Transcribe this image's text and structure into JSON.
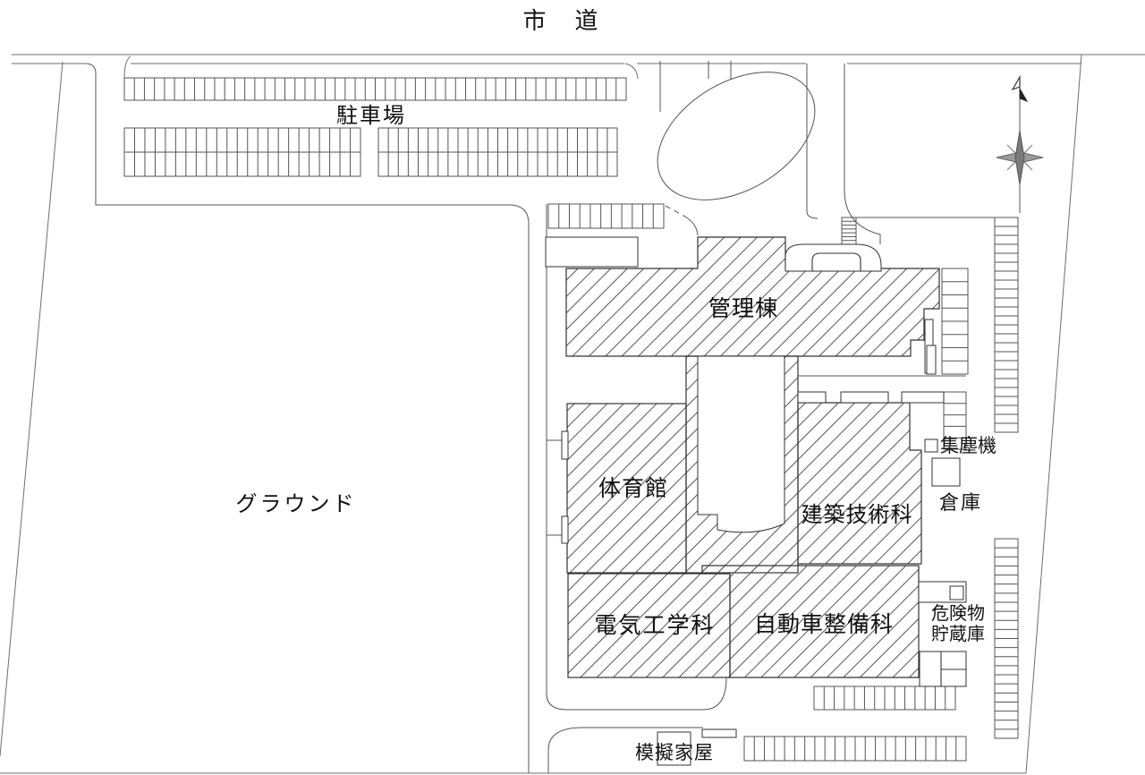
{
  "figure": {
    "type": "school-site-plan",
    "labels": {
      "road": "市　道",
      "parking": "駐車場",
      "ground": "グラウンド",
      "admin_building": "管理棟",
      "gymnasium": "体育館",
      "architecture_dept": "建築技術科",
      "dust_collector": "集塵機",
      "warehouse": "倉庫",
      "electrical_dept": "電気工学科",
      "auto_maintenance_dept": "自動車整備科",
      "hazmat_storage_line1": "危険物",
      "hazmat_storage_line2": "貯蔵庫",
      "mock_house": "模擬家屋"
    },
    "colors": {
      "line": "#555555",
      "boundary": "#6e6e6e",
      "building_edge": "#333333",
      "hatch": "#555555",
      "text": "#111111",
      "background": "#ffffff",
      "compass_gray": "#8a8a8a"
    }
  }
}
